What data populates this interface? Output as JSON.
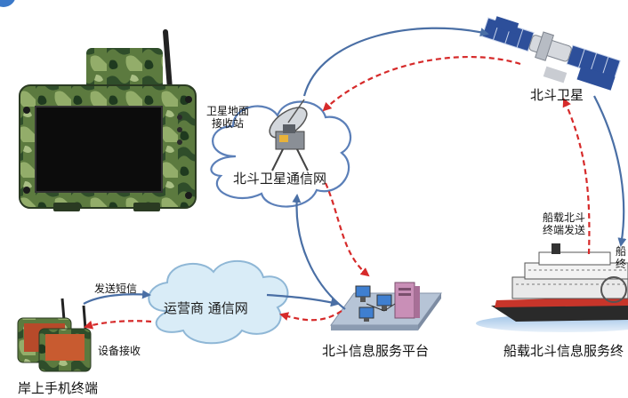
{
  "labels": {
    "beidou_satellite": "北斗卫星",
    "ground_station_line1": "卫星地面",
    "ground_station_line2": "接收站",
    "satellite_network": "北斗卫星通信网",
    "operator_network": "运营商 通信网",
    "service_platform": "北斗信息服务平台",
    "ship_terminal_send_line1": "船载北斗",
    "ship_terminal_send_line2": "终端发送",
    "ship_service_terminal": "船载北斗信息服务终",
    "shore_terminal": "岸上手机终端",
    "send_sms": "发送短信",
    "device_receive": "设备接收",
    "cut_label_line1": "船",
    "cut_label_line2": "终"
  },
  "colors": {
    "solid_arrow": "#4a6fa5",
    "dashed_arrow": "#d62a2a",
    "camo_dark": "#2f4d2a",
    "camo_light": "#7a9a55",
    "cloud_stroke": "#5b7fb8",
    "operator_cloud_fill": "#d9ecf7"
  }
}
